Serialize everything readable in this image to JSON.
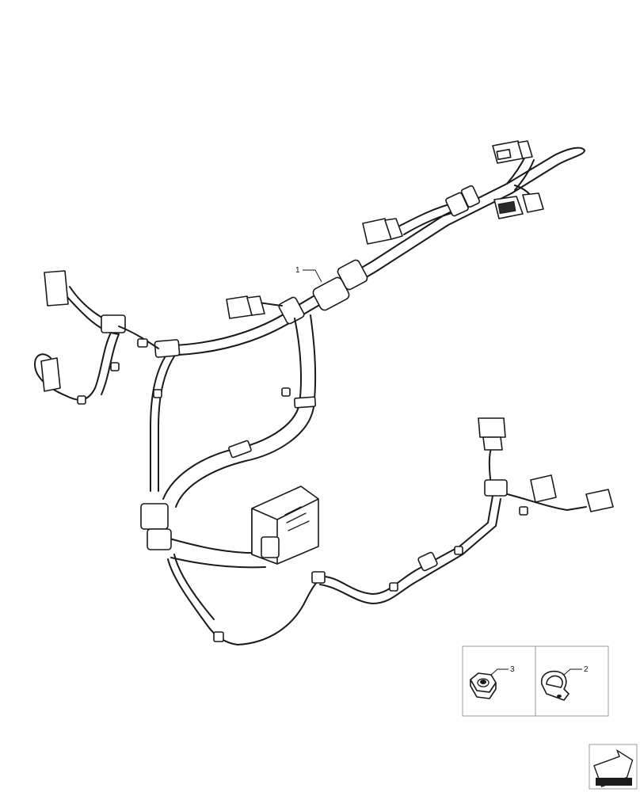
{
  "callouts": [
    {
      "id": "c1",
      "label": "1"
    },
    {
      "id": "c2",
      "label": "2"
    },
    {
      "id": "c3",
      "label": "3"
    }
  ],
  "parts_inset": {
    "items": [
      {
        "ref": "3",
        "icon": "hex-nut-icon"
      },
      {
        "ref": "2",
        "icon": "p-clamp-icon"
      }
    ]
  },
  "nav_icon": "previous-page-arrow-icon"
}
